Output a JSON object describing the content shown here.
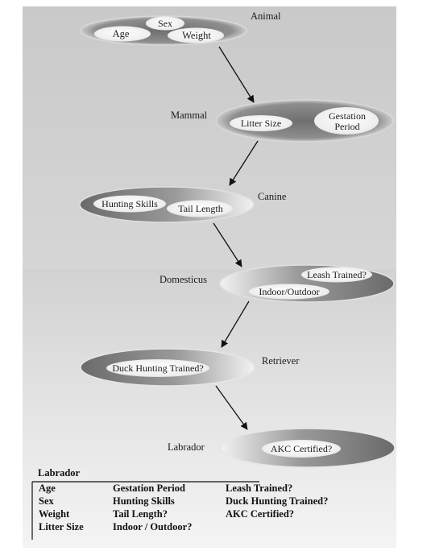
{
  "diagram": {
    "nodes": [
      {
        "id": "animal",
        "label": "Animal",
        "attributes": [
          "Sex",
          "Age",
          "Weight"
        ]
      },
      {
        "id": "mammal",
        "label": "Mammal",
        "attributes": [
          "Litter Size",
          "Gestation",
          "Period"
        ]
      },
      {
        "id": "canine",
        "label": "Canine",
        "attributes": [
          "Hunting Skills",
          "Tail Length"
        ]
      },
      {
        "id": "domesticus",
        "label": "Domesticus",
        "attributes": [
          "Leash Trained?",
          "Indoor/Outdoor"
        ]
      },
      {
        "id": "retriever",
        "label": "Retriever",
        "attributes": [
          "Duck Hunting Trained?"
        ]
      },
      {
        "id": "labrador",
        "label": "Labrador",
        "attributes": [
          "AKC Certified?"
        ]
      }
    ],
    "edges": [
      {
        "from": "animal",
        "to": "mammal"
      },
      {
        "from": "mammal",
        "to": "canine"
      },
      {
        "from": "canine",
        "to": "domesticus"
      },
      {
        "from": "domesticus",
        "to": "retriever"
      },
      {
        "from": "retriever",
        "to": "labrador"
      }
    ]
  },
  "summary": {
    "title": "Labrador",
    "columns": [
      [
        "Age",
        "Sex",
        "Weight",
        "Litter Size"
      ],
      [
        "Gestation Period",
        "Hunting Skills",
        "Tail Length?",
        "Indoor / Outdoor?"
      ],
      [
        "Leash Trained?",
        "Duck Hunting Trained?",
        "AKC Certified?"
      ]
    ]
  },
  "colors": {
    "background_top": "#c8c8c8",
    "background_bottom": "#f2f2f2",
    "ellipse_dark": "#7a7a7a",
    "ellipse_light": "#efefef",
    "inner_pill": "#f4f4f4",
    "text": "#1a1a1a",
    "arrow": "#111111"
  }
}
